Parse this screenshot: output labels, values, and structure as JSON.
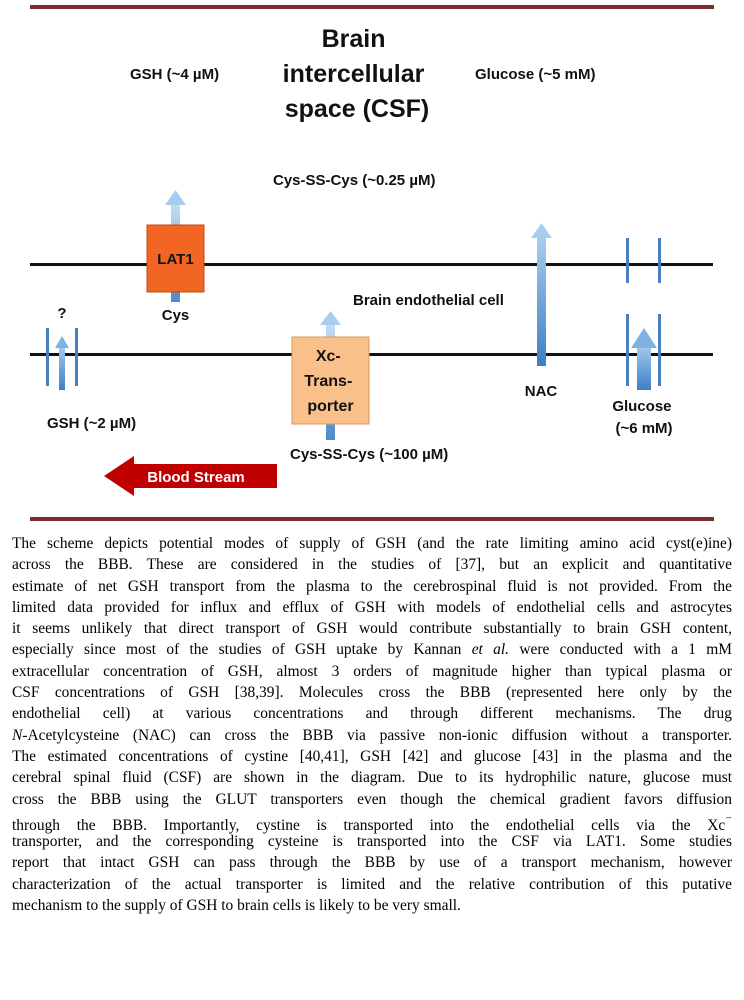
{
  "diagram": {
    "title_lines": [
      "Brain",
      "intercellular",
      "space (CSF)"
    ],
    "gsh_csf": "GSH (~4 µM)",
    "glucose_csf": "Glucose (~5 mM)",
    "cystine_csf": "Cys-SS-Cys (~0.25 µM)",
    "lat1": "LAT1",
    "cys": "Cys",
    "endothelial_cell": "Brain endothelial cell",
    "question": "?",
    "gsh_plasma": "GSH (~2 µM)",
    "xc_lines": [
      "Xc-",
      "Trans-",
      "porter"
    ],
    "nac": "NAC",
    "glucose_plasma_lines": [
      "Glucose",
      "(~6 mM)"
    ],
    "cystine_plasma": "Cys-SS-Cys (~100 µM)",
    "blood_stream": "Blood Stream",
    "colors": {
      "frame_rule": "#7a2e33",
      "membrane": "#111111",
      "lat1_box": "#f26522",
      "xc_box": "#f9c08a",
      "arrow_blue": "#5b9bd5",
      "blood_arrow": "#c00000"
    }
  },
  "caption": {
    "lines": [
      [
        "The scheme depicts potential modes of supply of GSH (and the rate limiting amino acid cyst(e)ine)"
      ],
      [
        "across the BBB. These are considered in the studies of [37], but an explicit and quantitative"
      ],
      [
        "estimate of net GSH transport from the plasma to the cerebrospinal fluid is not provided. From the"
      ],
      [
        "limited data provided for influx and efflux of GSH with models of endothelial cells and astrocytes"
      ],
      [
        "it seems unlikely that direct transport of GSH would contribute substantially to brain GSH content,"
      ],
      [
        "especially since most of the studies of GSH uptake by Kannan ",
        "et al.",
        " were conducted with a 1 mM"
      ],
      [
        "extracellular concentration of GSH, almost 3 orders of magnitude higher than typical plasma or"
      ],
      [
        "CSF concentrations of GSH [38,39]. Molecules cross the BBB (represented here only by the"
      ],
      [
        "endothelial cell) at various concentrations and through different mechanisms. The drug"
      ],
      [
        "",
        "N",
        "-Acetylcysteine (NAC) can cross the BBB via passive non-ionic diffusion without a transporter."
      ],
      [
        "The estimated concentrations of cystine [40,41], GSH [42] and glucose [43] in the plasma and the"
      ],
      [
        "cerebral spinal fluid (CSF) are shown in the diagram. Due to its hydrophilic nature, glucose must"
      ],
      [
        "cross the BBB using the GLUT transporters even though the chemical gradient favors diffusion"
      ],
      [
        "through the BBB. Importantly, cystine is transported into the endothelial cells via the Xc",
        "⁻",
        ""
      ],
      [
        "transporter, and the corresponding cysteine is transported into the CSF via LAT1. Some studies"
      ],
      [
        "report that intact GSH can pass through the BBB by use of a transport mechanism, however"
      ],
      [
        "characterization of the actual transporter is limited and the relative contribution of this putative"
      ],
      [
        "mechanism to the supply of GSH to brain cells is likely to be very small."
      ]
    ]
  }
}
